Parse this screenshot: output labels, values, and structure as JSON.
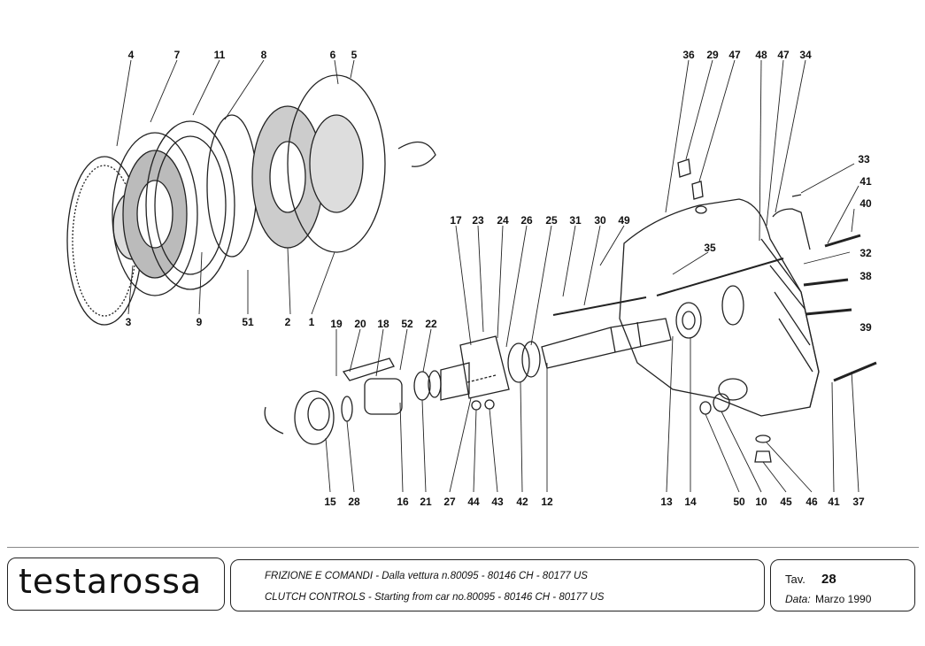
{
  "callouts": [
    {
      "label": "4"
    },
    {
      "label": "7"
    },
    {
      "label": "11"
    },
    {
      "label": "8"
    },
    {
      "label": "6"
    },
    {
      "label": "5"
    },
    {
      "label": "36"
    },
    {
      "label": "29"
    },
    {
      "label": "47"
    },
    {
      "label": "48"
    },
    {
      "label": "47"
    },
    {
      "label": "34"
    },
    {
      "label": "33"
    },
    {
      "label": "41"
    },
    {
      "label": "40"
    },
    {
      "label": "17"
    },
    {
      "label": "23"
    },
    {
      "label": "24"
    },
    {
      "label": "26"
    },
    {
      "label": "25"
    },
    {
      "label": "31"
    },
    {
      "label": "30"
    },
    {
      "label": "49"
    },
    {
      "label": "35"
    },
    {
      "label": "32"
    },
    {
      "label": "38"
    },
    {
      "label": "39"
    },
    {
      "label": "3"
    },
    {
      "label": "9"
    },
    {
      "label": "51"
    },
    {
      "label": "2"
    },
    {
      "label": "1"
    },
    {
      "label": "19"
    },
    {
      "label": "20"
    },
    {
      "label": "18"
    },
    {
      "label": "52"
    },
    {
      "label": "22"
    },
    {
      "label": "15"
    },
    {
      "label": "28"
    },
    {
      "label": "16"
    },
    {
      "label": "21"
    },
    {
      "label": "27"
    },
    {
      "label": "44"
    },
    {
      "label": "43"
    },
    {
      "label": "42"
    },
    {
      "label": "12"
    },
    {
      "label": "13"
    },
    {
      "label": "14"
    },
    {
      "label": "50"
    },
    {
      "label": "10"
    },
    {
      "label": "45"
    },
    {
      "label": "46"
    },
    {
      "label": "41"
    },
    {
      "label": "37"
    }
  ],
  "footer": {
    "logo": "testarossa",
    "title_it": "FRIZIONE E COMANDI - Dalla vettura n.80095 - 80146 CH - 80177 US",
    "title_en": "CLUTCH CONTROLS - Starting from car no.80095 - 80146 CH - 80177 US",
    "tav_label": "Tav.",
    "tav_number": "28",
    "date_label": "Data:",
    "date_value": "Marzo 1990"
  }
}
